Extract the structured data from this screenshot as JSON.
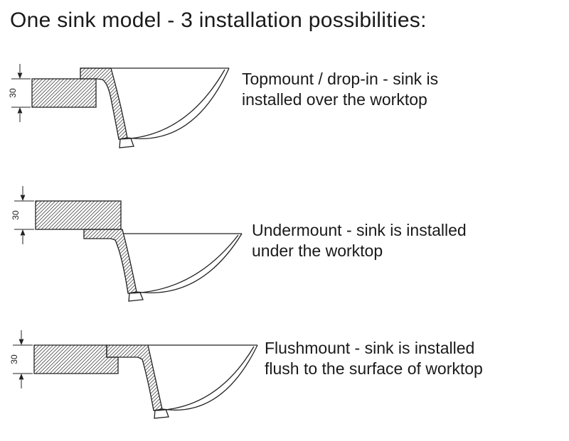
{
  "title": "One sink model - 3 installation possibilities:",
  "sections": [
    {
      "dimension": "30",
      "lines": [
        "Topmount / drop-in - sink is",
        "installed over the worktop"
      ]
    },
    {
      "dimension": "30",
      "lines": [
        "Undermount - sink is installed",
        "under the worktop"
      ]
    },
    {
      "dimension": "30",
      "lines": [
        "Flushmount - sink is installed",
        "flush to the surface of worktop"
      ]
    }
  ],
  "colors": {
    "ink": "#1a1a1a",
    "background": "#ffffff"
  }
}
